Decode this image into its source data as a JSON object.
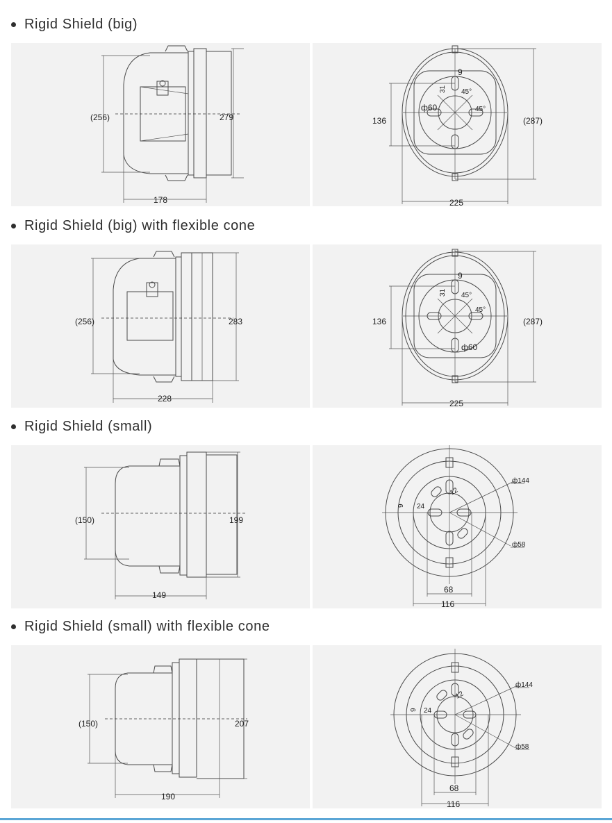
{
  "sections": [
    {
      "title": "Rigid Shield (big)",
      "side": {
        "height": "(256)",
        "height2": "279",
        "length": "178"
      },
      "front": {
        "d1": "9",
        "d2": "31",
        "a1": "45°",
        "a2": "45°",
        "dia": "ф60",
        "w": "136",
        "h": "(287)",
        "width": "225"
      }
    },
    {
      "title": "Rigid Shield (big) with flexible cone",
      "side": {
        "height": "(256)",
        "height2": "283",
        "length": "228"
      },
      "front": {
        "d1": "9",
        "d2": "31",
        "a1": "45°",
        "a2": "45°",
        "dia": "ф60",
        "w": "136",
        "h": "(287)",
        "width": "225"
      }
    },
    {
      "title": "Rigid Shield (small)",
      "side": {
        "height": "(150)",
        "height2": "199",
        "length": "149"
      },
      "front": {
        "r1": "9",
        "r2": "24",
        "r3": "12",
        "dia1": "ф144",
        "dia2": "ф58",
        "w1": "68",
        "w2": "116"
      }
    },
    {
      "title": "Rigid Shield (small) with flexible cone",
      "side": {
        "height": "(150)",
        "height2": "207",
        "length": "190"
      },
      "front": {
        "r1": "9",
        "r2": "24",
        "r3": "12",
        "dia1": "ф144",
        "dia2": "ф58",
        "w1": "68",
        "w2": "116"
      }
    }
  ],
  "colors": {
    "panel_bg": "#f2f2f2",
    "accent_rule": "#5ba6d6"
  }
}
